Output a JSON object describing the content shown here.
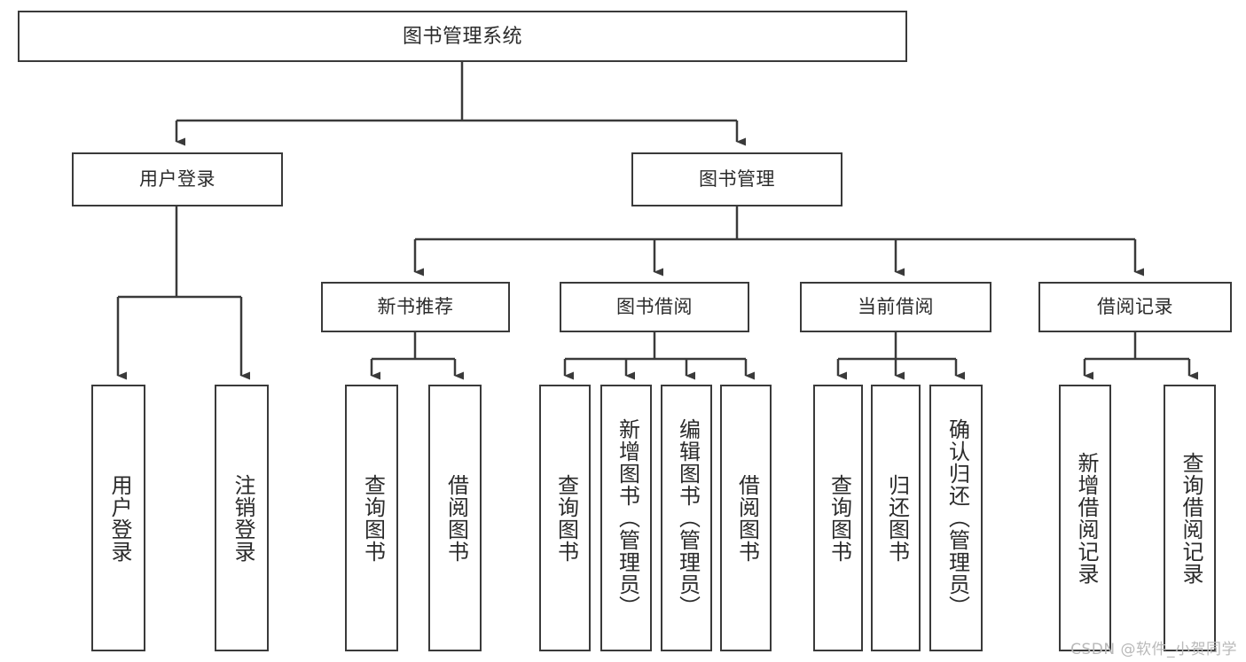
{
  "diagram": {
    "title": "图书管理系统",
    "watermark": "CSDN @软件_小贺同学",
    "colors": {
      "stroke": "#3a3a3a",
      "text": "#2b2b2b",
      "background": "#ffffff",
      "watermark": "#b9b9b9"
    },
    "root": {
      "label": "图书管理系统"
    },
    "level2": [
      {
        "label": "用户登录"
      },
      {
        "label": "图书管理"
      }
    ],
    "level3": [
      {
        "label": "新书推荐"
      },
      {
        "label": "图书借阅"
      },
      {
        "label": "当前借阅"
      },
      {
        "label": "借阅记录"
      }
    ],
    "leaves": {
      "user_login": [
        {
          "label": "用户登录"
        },
        {
          "label": "注销登录"
        }
      ],
      "new_book": [
        {
          "label": "查询图书"
        },
        {
          "label": "借阅图书"
        }
      ],
      "book_borrow": [
        {
          "label": "查询图书"
        },
        {
          "label": "新增图书（管理员）"
        },
        {
          "label": "编辑图书（管理员）"
        },
        {
          "label": "借阅图书"
        }
      ],
      "current_borrow": [
        {
          "label": "查询图书"
        },
        {
          "label": "归还图书"
        },
        {
          "label": "确认归还（管理员）"
        }
      ],
      "borrow_record": [
        {
          "label": "新增借阅记录"
        },
        {
          "label": "查询借阅记录"
        }
      ]
    }
  }
}
